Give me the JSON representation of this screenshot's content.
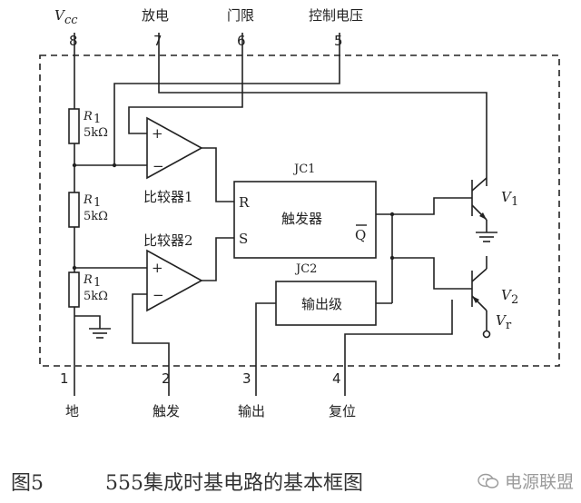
{
  "pins": {
    "vcc_label": "V",
    "vcc_sub": "cc",
    "p8": "8",
    "p7": "7",
    "p6": "6",
    "p5": "5",
    "p1": "1",
    "p2": "2",
    "p3": "3",
    "p4": "4",
    "discharge": "放电",
    "threshold": "门限",
    "control_voltage": "控制电压",
    "ground": "地",
    "trigger": "触发",
    "output": "输出",
    "reset": "复位"
  },
  "resistors": [
    {
      "name": "R",
      "sub": "1",
      "value": "5kΩ"
    },
    {
      "name": "R",
      "sub": "1",
      "value": "5kΩ"
    },
    {
      "name": "R",
      "sub": "1",
      "value": "5kΩ"
    }
  ],
  "comparators": {
    "c1_label": "比较器1",
    "c2_label": "比较器2",
    "plus": "+",
    "minus": "−"
  },
  "flipflop": {
    "ic_label": "JC1",
    "body": "触发器",
    "r": "R",
    "s": "S",
    "qbar": "Q"
  },
  "output_stage": {
    "ic_label": "JC2",
    "body": "输出级"
  },
  "transistors": {
    "v1_label": "V",
    "v1_sub": "1",
    "v2_label": "V",
    "v2_sub": "2",
    "vr_label": "V",
    "vr_sub": "r"
  },
  "caption": {
    "figure_no": "图5",
    "title": "555集成时基电路的基本框图",
    "watermark": "电源联盟"
  }
}
